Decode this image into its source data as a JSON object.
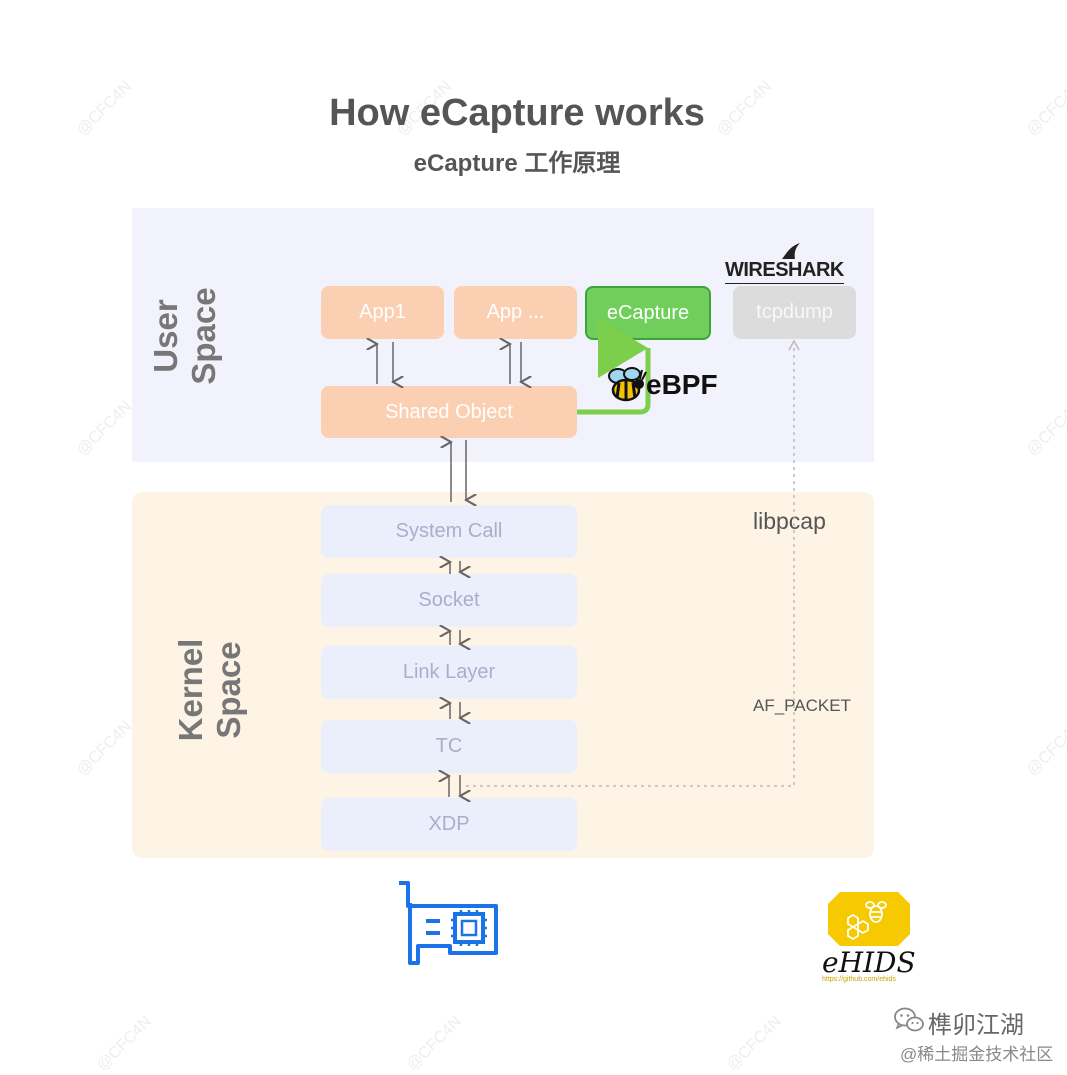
{
  "title": "How eCapture works",
  "subtitle": "eCapture 工作原理",
  "user_space": {
    "label_line1": "User",
    "label_line2": "Space",
    "apps": [
      "App1",
      "App ...",
      "eCapture",
      "tcpdump"
    ],
    "shared_object": "Shared Object",
    "wireshark_logo": "WIRESHARK",
    "ebpf_logo": "eBPF"
  },
  "kernel_space": {
    "label_line1": "Kernel",
    "label_line2": "Space",
    "layers": [
      "System Call",
      "Socket",
      "Link Layer",
      "TC",
      "XDP"
    ],
    "libpcap": "libpcap",
    "af_packet": "AF_PACKET"
  },
  "ehids": {
    "name": "eHIDS",
    "url": "https://github.com/ehids"
  },
  "footer": {
    "wechat_account": "榫卯江湖",
    "platform": "@稀土掘金技术社区"
  },
  "watermark": "@CFC4N",
  "colors": {
    "app_box": "#fbd0b2",
    "ecapture_box": "#6fcf5a",
    "tcpdump_box": "#dcdcdc",
    "layer_box": "#ebeefb",
    "user_panel": "#f1f2fb",
    "kernel_panel": "#fdf4e6",
    "nic_icon": "#1a73e8",
    "ebpf_arrow": "#7ccf4a"
  }
}
